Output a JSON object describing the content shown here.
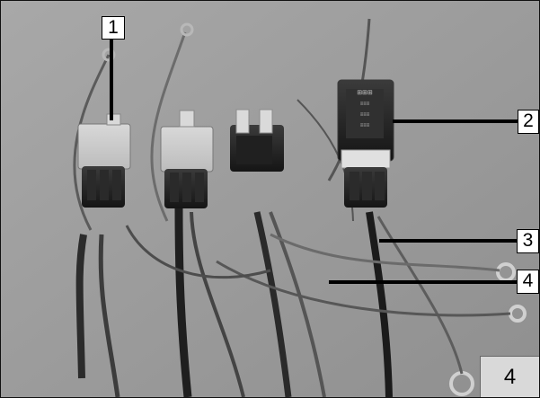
{
  "callouts": [
    {
      "id": "c1",
      "text": "1"
    },
    {
      "id": "c2",
      "text": "2"
    },
    {
      "id": "c3",
      "text": "3"
    },
    {
      "id": "c4",
      "text": "4"
    }
  ],
  "figure_number": "4"
}
